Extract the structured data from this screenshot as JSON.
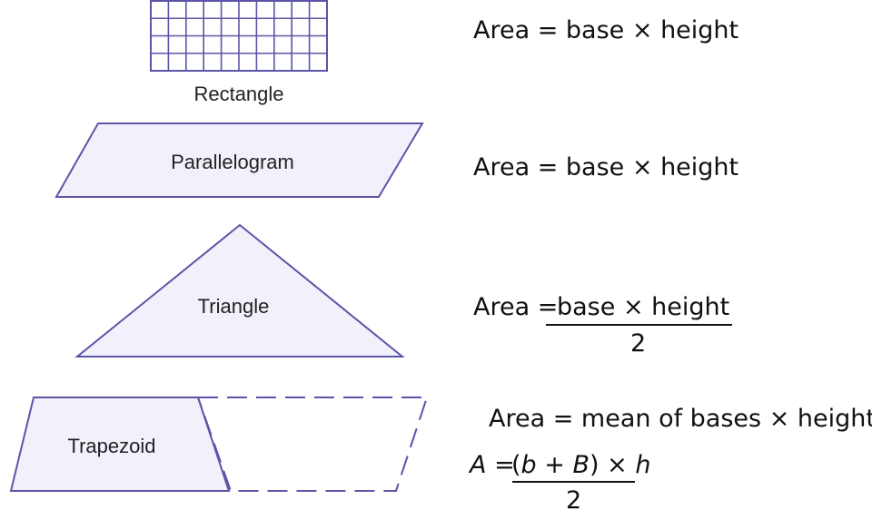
{
  "colors": {
    "stroke": "#5b55a8",
    "fill": "#f2f1fb",
    "text": "#111111"
  },
  "shapes": {
    "rectangle": "Rectangle",
    "parallelogram": "Parallelogram",
    "triangle": "Triangle",
    "trapezoid": "Trapezoid"
  },
  "formulas": {
    "rectangle": "Area = base × height",
    "parallelogram": "Area = base × height",
    "triangle": {
      "lhs": "Area =",
      "numerator": "base × height",
      "denominator": "2"
    },
    "trapezoid": {
      "words": "Area = mean of bases × height",
      "lhs_var": "A",
      "equals": "=",
      "numerator": {
        "open": "(",
        "b": "b",
        "plus": " + ",
        "B": "B",
        "close": ")",
        "times": " × ",
        "h": "h"
      },
      "denominator": "2"
    }
  }
}
